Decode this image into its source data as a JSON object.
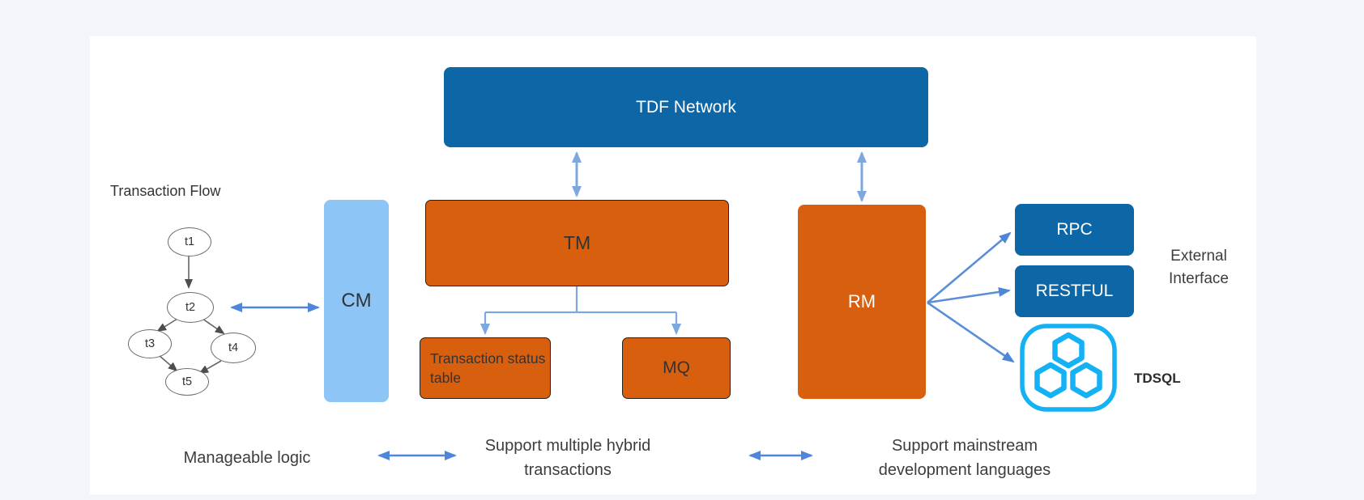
{
  "title": "TDF Network architecture diagram",
  "colors": {
    "page_bg": "#f2f5f9",
    "card_bg": "#ffffff",
    "brand_blue": "#0d67a7",
    "brand_orange": "#d85f0e",
    "cm_blue": "#8cc5f6",
    "arrow_blue": "#4f86d8",
    "arrow_light_blue": "#7da7e1",
    "tdsql_cyan": "#14b2f5",
    "flow_stroke": "#666666",
    "text_dark": "#333333"
  },
  "nodes": {
    "tdf": {
      "label": "TDF Network"
    },
    "tm": {
      "label": "TM"
    },
    "cm": {
      "label": "CM"
    },
    "rm": {
      "label": "RM"
    },
    "status_table": {
      "label": "Transaction status table"
    },
    "mq": {
      "label": "MQ"
    },
    "rpc": {
      "label": "RPC"
    },
    "restful": {
      "label": "RESTFUL"
    }
  },
  "flow": {
    "title": "Transaction Flow",
    "nodes": [
      {
        "id": "t1",
        "label": "t1"
      },
      {
        "id": "t2",
        "label": "t2"
      },
      {
        "id": "t3",
        "label": "t3"
      },
      {
        "id": "t4",
        "label": "t4"
      },
      {
        "id": "t5",
        "label": "t5"
      }
    ],
    "edges": [
      "t1->t2",
      "t2->t3",
      "t2->t4",
      "t3->t5",
      "t4->t5"
    ]
  },
  "connections": [
    "TDF Network <-> TM",
    "TDF Network <-> RM",
    "TM -> Transaction status table",
    "TM -> MQ",
    "Transaction Flow <-> CM",
    "RM -> RPC",
    "RM -> RESTFUL",
    "RM -> TDSQL"
  ],
  "labels": {
    "external_interface": "External Interface",
    "tdsql": "TDSQL",
    "manageable_logic": "Manageable logic",
    "hybrid_transactions": "Support multiple hybrid transactions",
    "mainstream_languages": "Support mainstream development languages"
  }
}
